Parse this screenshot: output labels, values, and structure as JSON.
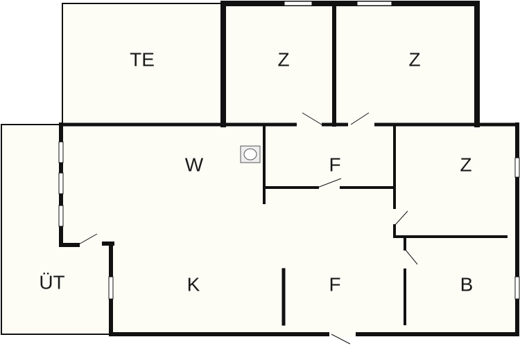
{
  "plan": {
    "rooms": {
      "te": "TE",
      "z1": "Z",
      "z2": "Z",
      "w": "W",
      "f1": "F",
      "z3": "Z",
      "ut": "ÜT",
      "k": "K",
      "f2": "F",
      "b": "B"
    },
    "colors": {
      "floor": "#fdfdf6",
      "wall": "#111111",
      "label": "#1a1a1a"
    },
    "icons": [
      "chimney-icon"
    ]
  }
}
